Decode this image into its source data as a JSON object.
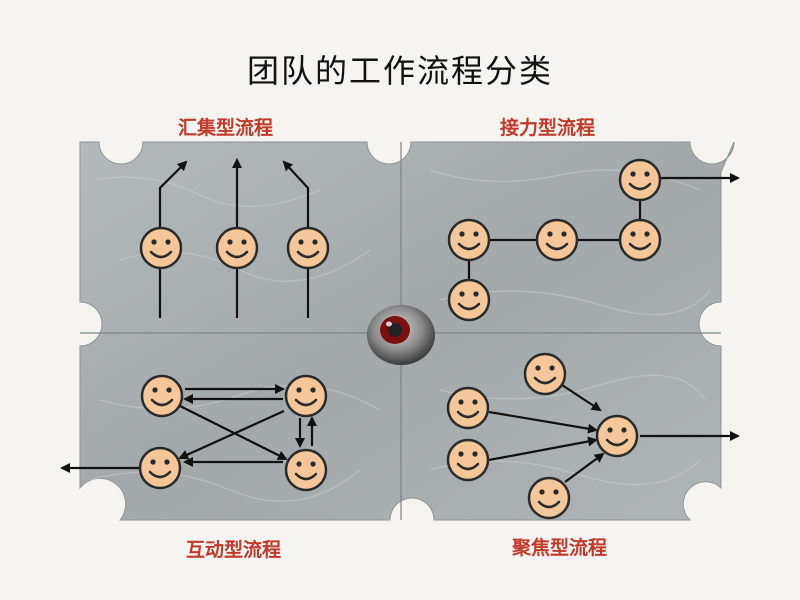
{
  "title": "团队的工作流程分类",
  "quadrants": {
    "top_left": "汇集型流程",
    "top_right": "接力型流程",
    "bottom_left": "互动型流程",
    "bottom_right": "聚焦型流程"
  },
  "colors": {
    "title": "#111111",
    "label": "#c0392b",
    "board": "#a9aeb0",
    "face": "#f3c79a",
    "face_stroke": "#2a2a2a",
    "arrow": "#111111"
  },
  "icons": [
    "smiley-face-icon",
    "eye-icon"
  ]
}
